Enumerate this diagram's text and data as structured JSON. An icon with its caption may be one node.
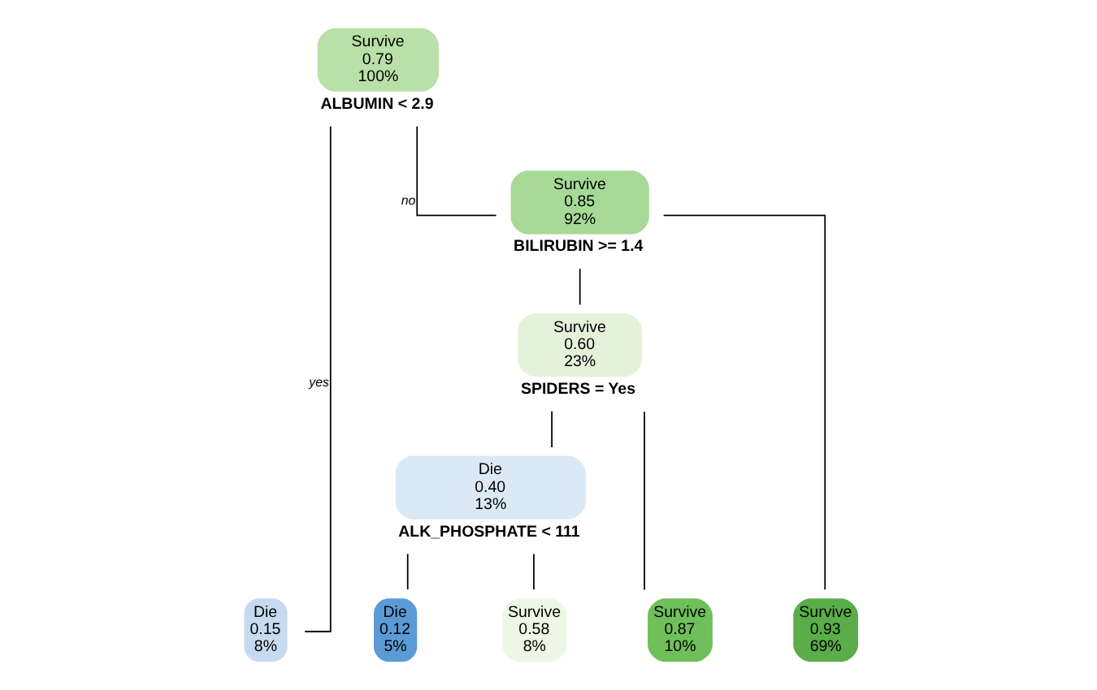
{
  "diagram": {
    "nodes": [
      {
        "text": [
          "Survive",
          "0.79",
          "100%"
        ],
        "beside": [
          "ALBUMIN < 2.9"
        ]
      },
      {
        "text": [
          "Die",
          "0.15",
          "8%"
        ]
      },
      {
        "text": [
          "Survive",
          "0.85",
          "92%"
        ],
        "beside": [
          "BILIRUBIN >= 1.4"
        ]
      },
      {
        "text": [
          "Survive",
          "0.60",
          "23%"
        ],
        "beside": [
          "SPIDERS = Yes"
        ]
      },
      {
        "text": [
          "Die",
          "0.40",
          "13%"
        ],
        "beside": [
          "ALK_PHOSPHATE < 111"
        ]
      },
      {
        "text": [
          "Die",
          "0.12",
          "5%"
        ]
      },
      {
        "text": [
          "Survive",
          "0.58",
          "8%"
        ]
      },
      {
        "text": [
          "Survive",
          "0.87",
          "10%"
        ]
      },
      {
        "text": [
          "Survive",
          "0.93",
          "69%"
        ]
      }
    ],
    "edges": [
      {
        "from": 0,
        "to": 1,
        "arrow": "none",
        "label": "yes"
      },
      {
        "from": 0,
        "to": 2,
        "arrow": "none",
        "label": "no"
      },
      {
        "from": 2,
        "to": 3,
        "arrow": "none"
      },
      {
        "from": 2,
        "to": 8,
        "arrow": "none"
      },
      {
        "from": 3,
        "to": 4,
        "arrow": "none"
      },
      {
        "from": 3,
        "to": 7,
        "arrow": "none"
      },
      {
        "from": 4,
        "to": 5,
        "arrow": "none"
      },
      {
        "from": 4,
        "to": 6,
        "arrow": "none"
      }
    ]
  }
}
